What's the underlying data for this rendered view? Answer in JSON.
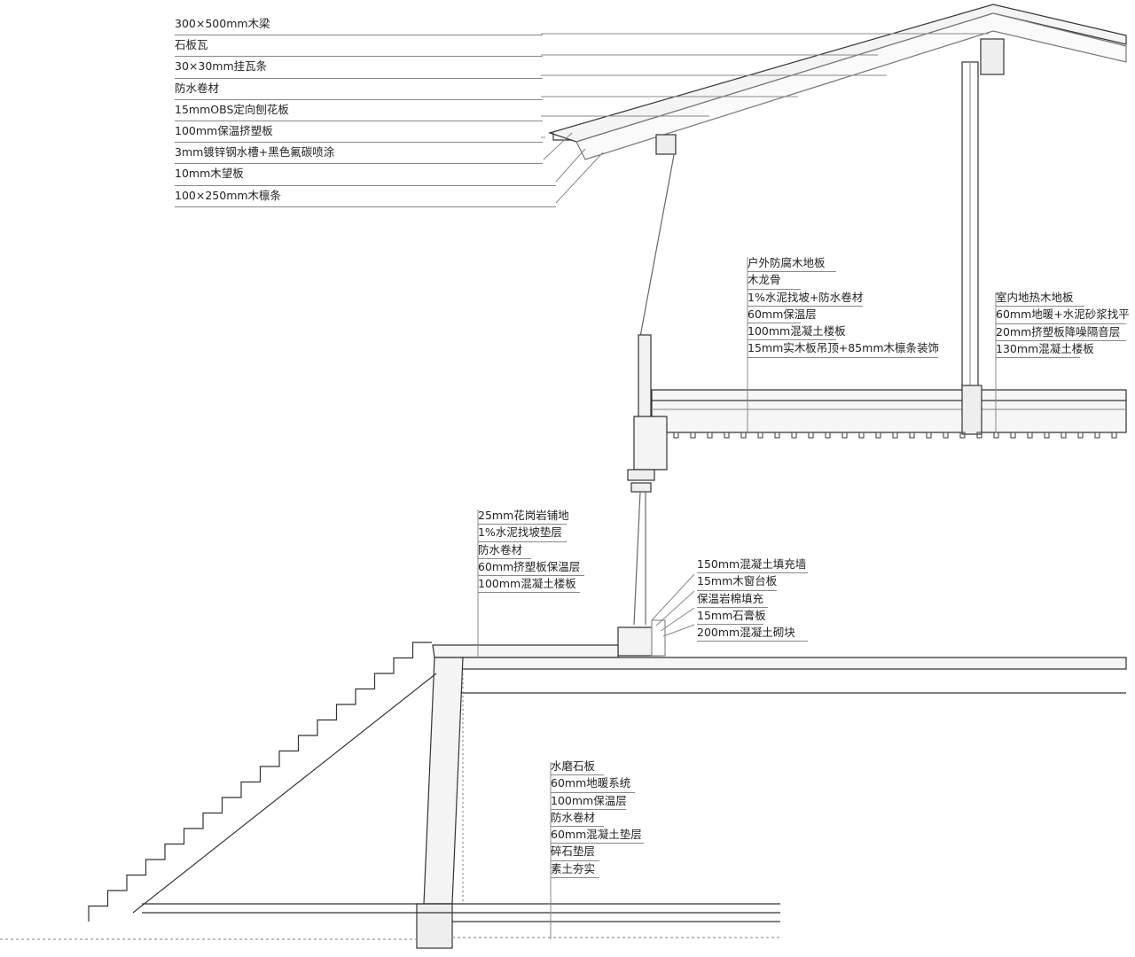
{
  "roof_labels": [
    "300×500mm木梁",
    "石板瓦",
    "30×30mm挂瓦条",
    "防水卷材",
    "15mmOBS定向刨花板",
    "100mm保温挤塑板",
    "3mm镀锌钢水槽+黑色氟碳喷涂",
    "10mm木望板",
    "100×250mm木檩条"
  ],
  "terrace_labels": [
    "户外防腐木地板",
    "木龙骨",
    "1%水泥找坡+防水卷材",
    "60mm保温层",
    "100mm混凝土楼板",
    "15mm实木板吊顶+85mm木檩条装饰"
  ],
  "indoor_upper_labels": [
    "室内地热木地板",
    "60mm地暖+水泥砂浆找平",
    "20mm挤塑板降噪隔音层",
    "130mm混凝土楼板"
  ],
  "landing_labels": [
    "25mm花岗岩铺地",
    "1%水泥找坡垫层",
    "防水卷材",
    "60mm挤塑板保温层",
    "100mm混凝土楼板"
  ],
  "window_labels": [
    "150mm混凝土填充墙",
    "15mm木窗台板",
    "保温岩棉填充",
    "15mm石膏板",
    "200mm混凝土砌块"
  ],
  "ground_labels": [
    "水磨石板",
    "60mm地暖系统",
    "100mm保温层",
    "防水卷材",
    "60mm混凝土垫层",
    "碎石垫层",
    "素土夯实"
  ],
  "colors": {
    "line": "#333333",
    "leader": "#888888",
    "hatch": "#999999"
  }
}
